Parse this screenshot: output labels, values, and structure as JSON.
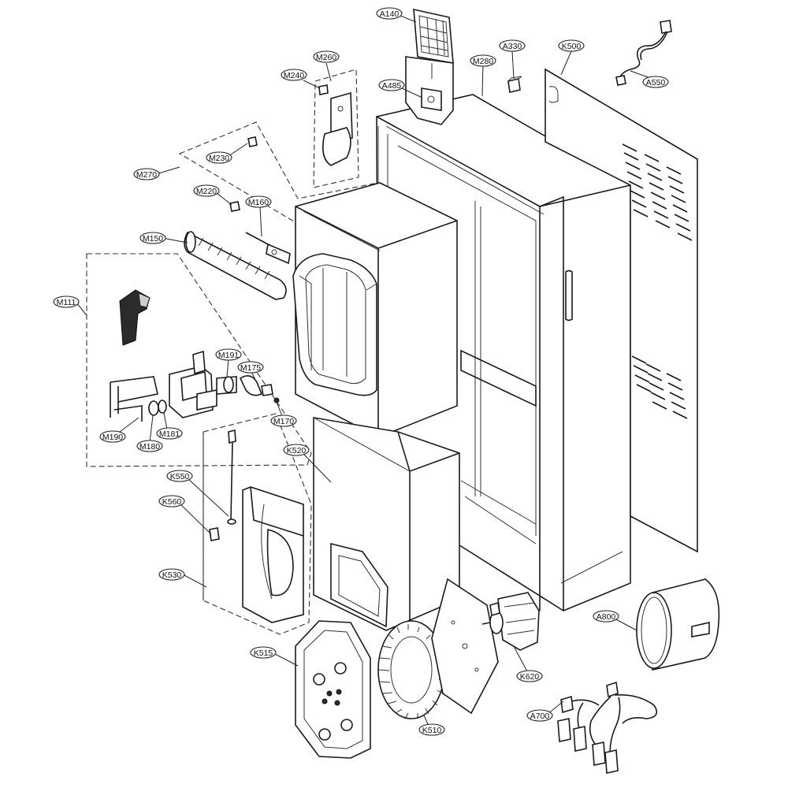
{
  "diagram": {
    "part_labels": [
      "A140",
      "A330",
      "K500",
      "M260",
      "M280",
      "A550",
      "M240",
      "A485",
      "M230",
      "M270",
      "M220",
      "M160",
      "M150",
      "M111",
      "M191",
      "M175",
      "M170",
      "M190",
      "M181",
      "M180",
      "K550",
      "K520",
      "K560",
      "K530",
      "A800",
      "K515",
      "K620",
      "A700",
      "K510"
    ]
  }
}
